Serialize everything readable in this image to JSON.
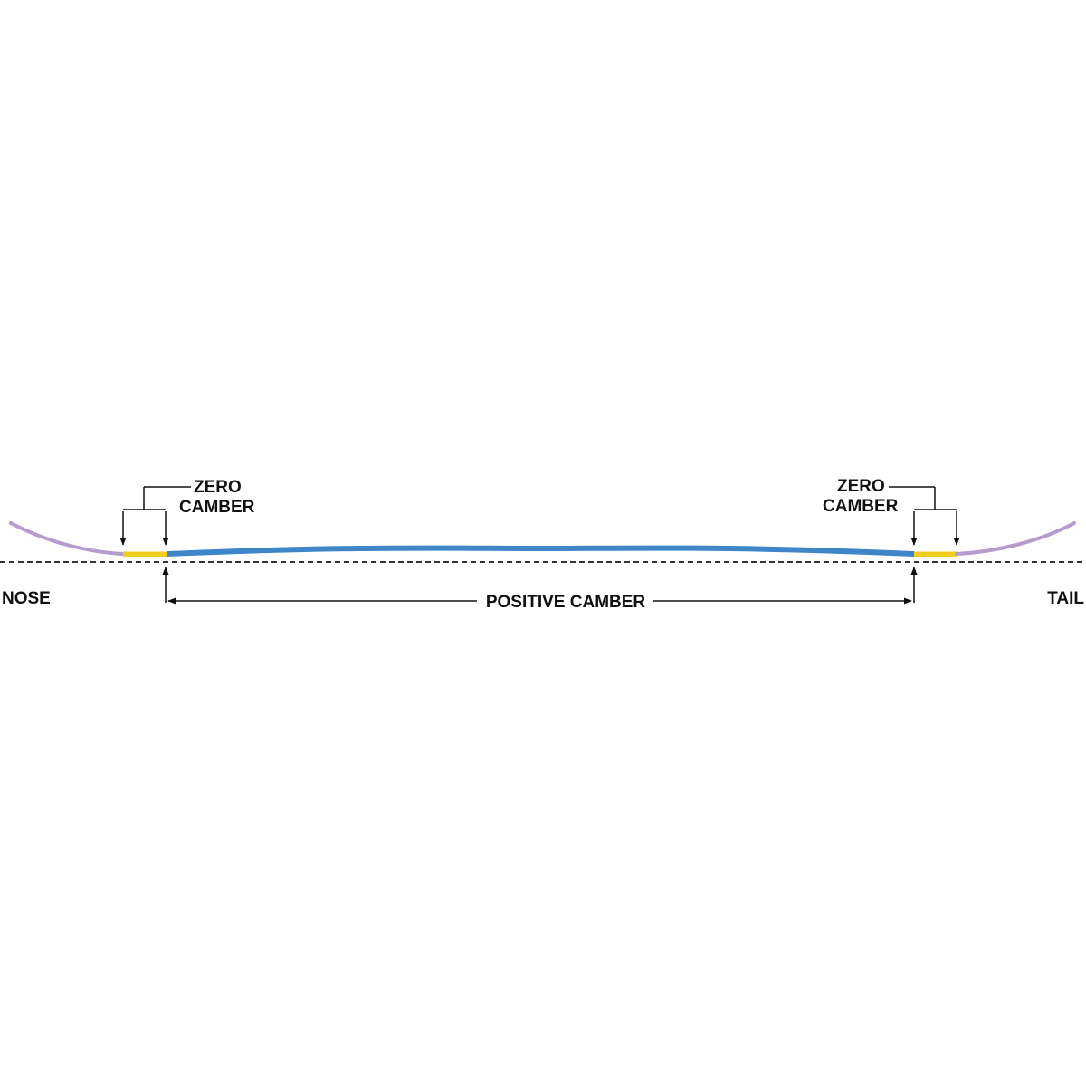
{
  "labels": {
    "nose": "NOSE",
    "tail": "TAIL",
    "zero_camber_left_line1": "ZERO",
    "zero_camber_left_line2": "CAMBER",
    "zero_camber_right_line1": "ZERO",
    "zero_camber_right_line2": "CAMBER",
    "positive_camber": "POSITIVE CAMBER"
  },
  "colors": {
    "rocker_tip": "#b49ccc",
    "zero_camber": "#f2cc1e",
    "positive_camber": "#3f86c8",
    "baseline": "#333333",
    "annotation": "#111111"
  }
}
